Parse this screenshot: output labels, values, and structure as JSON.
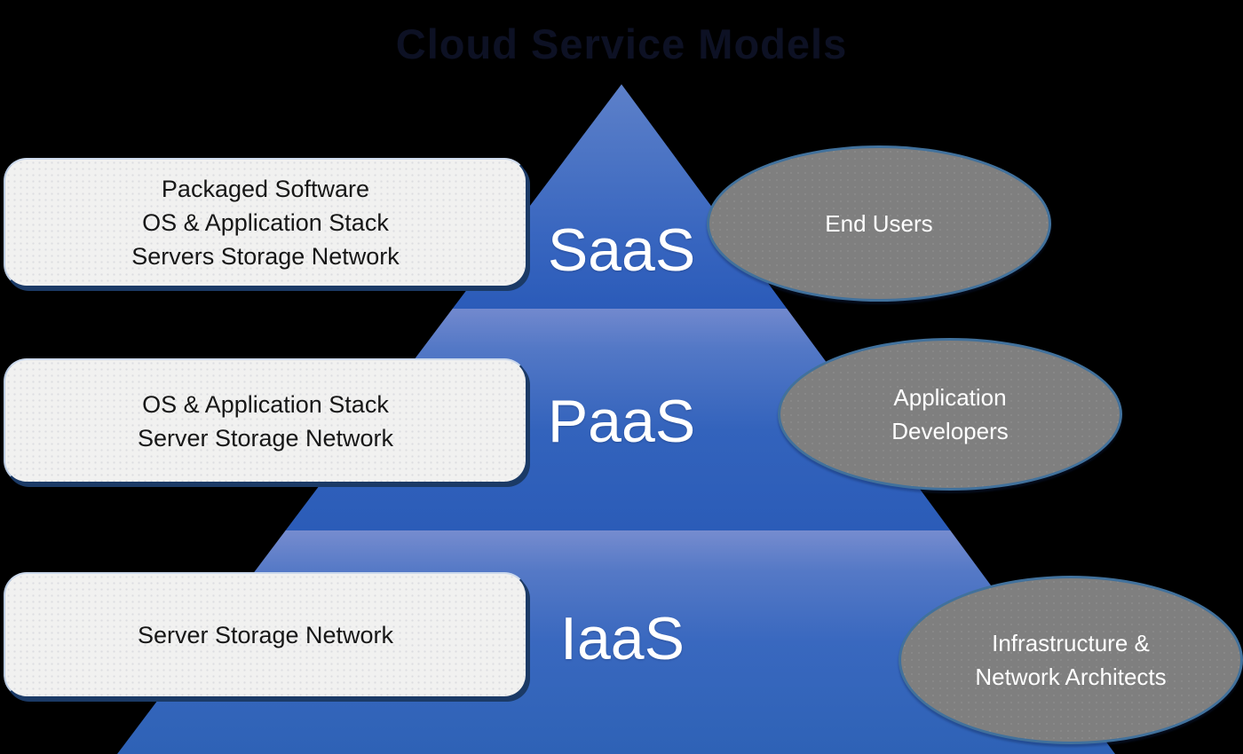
{
  "title": "Cloud Service Models",
  "pyramid": {
    "layers": [
      {
        "id": "saas",
        "label": "SaaS"
      },
      {
        "id": "paas",
        "label": "PaaS"
      },
      {
        "id": "iaas",
        "label": "IaaS"
      }
    ]
  },
  "left_boxes": [
    {
      "lines": [
        "Packaged Software",
        "OS & Application Stack",
        "Servers Storage Network"
      ]
    },
    {
      "lines": [
        "OS & Application Stack",
        "Server Storage Network"
      ]
    },
    {
      "lines": [
        "Server Storage Network"
      ]
    }
  ],
  "audience_ellipses": [
    {
      "lines": [
        "End Users"
      ]
    },
    {
      "lines": [
        "Application",
        "Developers"
      ]
    },
    {
      "lines": [
        "Infrastructure &",
        "Network Architects"
      ]
    }
  ],
  "colors": {
    "background": "#000000",
    "title_text": "#0d1124",
    "pyramid_band_top": "#7289ce",
    "pyramid_band_bottom": "#2b5cb8",
    "box_fill": "#f1f1f0",
    "box_border_shadow": "#1b3a66",
    "box_text": "#171717",
    "ellipse_fill": "#7f7f7f",
    "ellipse_border": "#41719c",
    "layer_label_text": "#ffffff"
  }
}
